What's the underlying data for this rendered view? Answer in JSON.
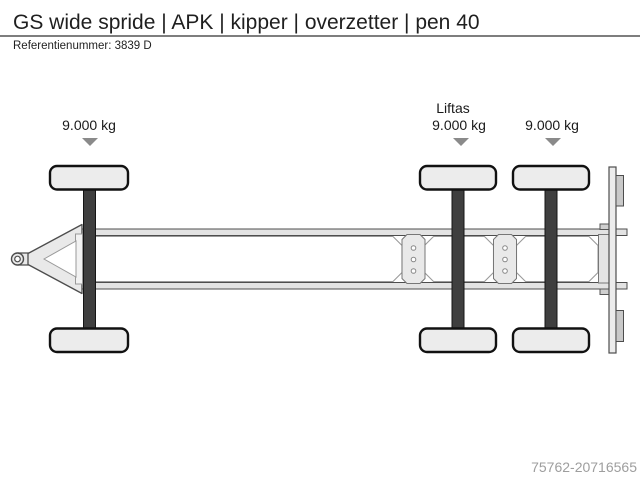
{
  "header": {
    "title": "GS wide spride | APK | kipper | overzetter | pen 40",
    "reference": "Referentienummer: 3839 D"
  },
  "diagram": {
    "description": "top-view schematic of 3-axle drawbar trailer chassis",
    "axle_labels": {
      "front": {
        "load": "9.000 kg"
      },
      "lift": {
        "note": "Liftas",
        "load": "9.000 kg"
      },
      "rear": {
        "load": "9.000 kg"
      }
    }
  },
  "footer": {
    "code": "75762-20716565"
  },
  "colors": {
    "divider_line": "#7e7e7e",
    "marker_arrow": "#8a8a8a",
    "footer_text": "#9e9e9e",
    "outline": "#4d4d4d",
    "chassis_fill": "#e7e7e7",
    "axle_dark": "#3f3f3f"
  }
}
